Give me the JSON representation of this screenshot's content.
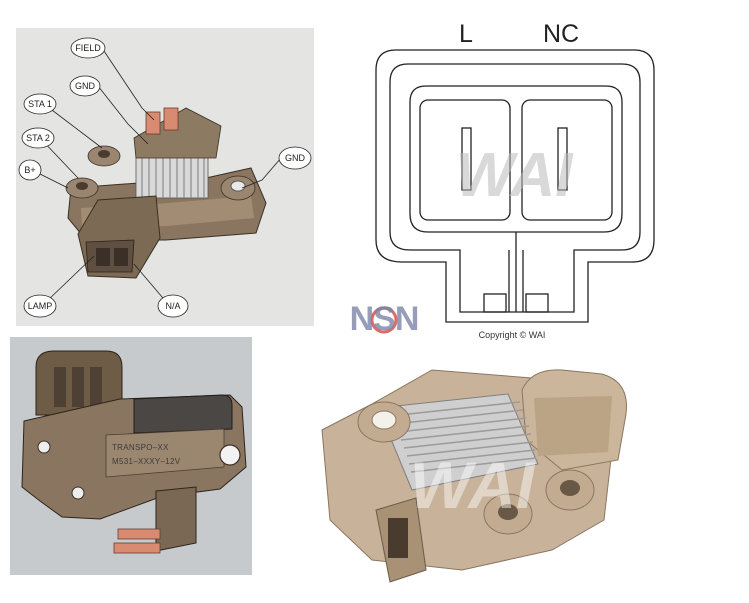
{
  "callouts": {
    "field": "FIELD",
    "gnd_top": "GND",
    "sta1": "STA 1",
    "sta2": "STA 2",
    "bplus": "B+",
    "gnd_right": "GND",
    "lamp": "LAMP",
    "na": "N/A"
  },
  "connector": {
    "pin_left": "L",
    "pin_right": "NC",
    "copyright": "Copyright © WAI"
  },
  "label_plate": {
    "line1": "TRANSPO–XX",
    "line2": "M531–XXXY–12V"
  },
  "logos": {
    "nsn": "NSN",
    "wai": "WAI"
  },
  "colors": {
    "housing_tan": "#c8b39a",
    "body_brown": "#8a7660",
    "heatsink_silver": "#d8d8d8",
    "brush_copper": "#d98b72",
    "logo_blue": "#7a84a6",
    "logo_red": "#d2554e"
  }
}
